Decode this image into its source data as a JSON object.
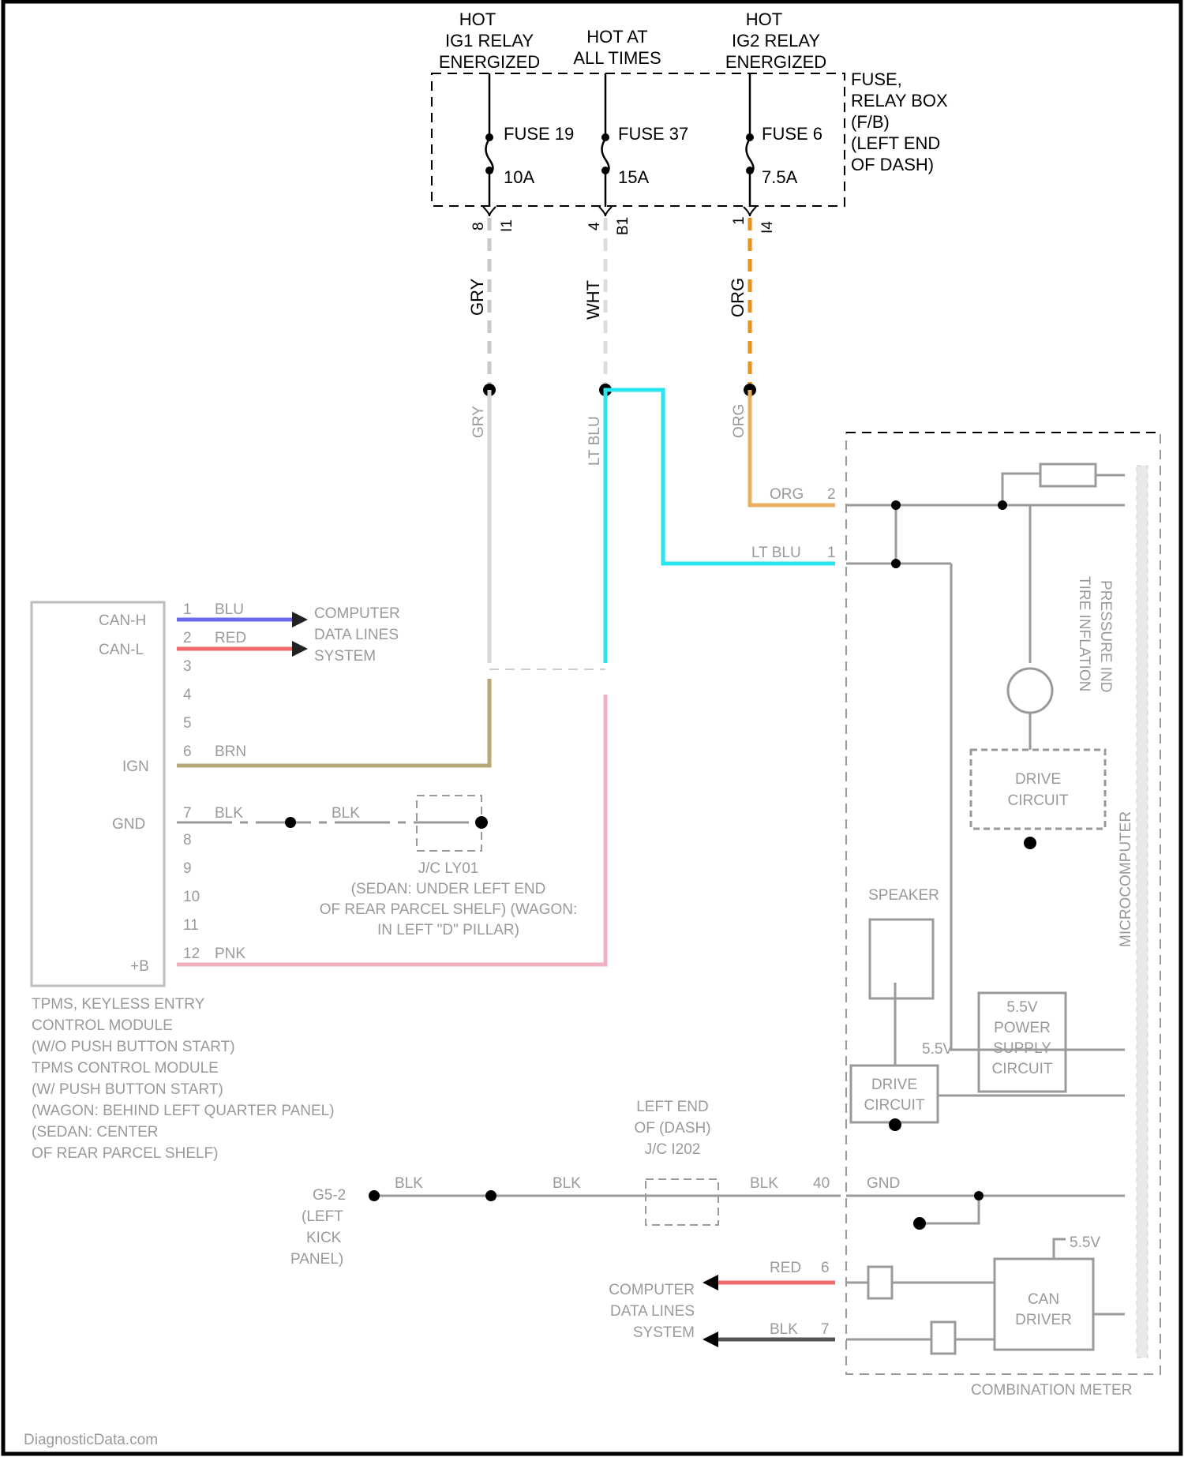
{
  "power": {
    "col1": {
      "l1": "HOT",
      "l2": "IG1 RELAY",
      "l3": "ENERGIZED"
    },
    "col2": {
      "l1": "HOT AT",
      "l2": "ALL TIMES"
    },
    "col3": {
      "l1": "HOT",
      "l2": "IG2 RELAY",
      "l3": "ENERGIZED"
    }
  },
  "fuse_box": {
    "l1": "FUSE,",
    "l2": "RELAY BOX",
    "l3": "(F/B)",
    "l4": "(LEFT END",
    "l5": "OF DASH)"
  },
  "fuses": [
    {
      "name": "FUSE 19",
      "rating": "10A",
      "pin": "8",
      "connector": "I1",
      "wire": "GRY"
    },
    {
      "name": "FUSE 37",
      "rating": "15A",
      "pin": "4",
      "connector": "B1",
      "wire": "WHT"
    },
    {
      "name": "FUSE 6",
      "rating": "7.5A",
      "pin": "1",
      "connector": "I4",
      "wire": "ORG"
    }
  ],
  "colors": {
    "gry": "#c8c8c8",
    "wht": "#dcdcdc",
    "org": "#e8901a",
    "ltblu": "#29e6ee",
    "brn": "#b8a878",
    "pnk": "#f0b0c0",
    "blu": "#6a6af0",
    "red": "#f06a6a"
  },
  "lower_wires": {
    "gry": "GRY",
    "ltblu": "LT BLU",
    "org": "ORG"
  },
  "module": {
    "pins": [
      "CAN-H",
      "CAN-L",
      "IGN",
      "GND",
      "+B"
    ],
    "pin_numbers": [
      "1",
      "2",
      "3",
      "4",
      "5",
      "6",
      "7",
      "8",
      "9",
      "10",
      "11",
      "12"
    ],
    "wires": {
      "blu": "BLU",
      "red": "RED",
      "brn": "BRN",
      "blk": "BLK",
      "pnk": "PNK"
    },
    "to_label": {
      "l1": "COMPUTER",
      "l2": "DATA LINES",
      "l3": "SYSTEM"
    },
    "caption": [
      "TPMS, KEYLESS ENTRY",
      "CONTROL MODULE",
      "(W/O PUSH BUTTON START)",
      "TPMS CONTROL MODULE",
      "(W/ PUSH BUTTON START)",
      "(WAGON: BEHIND LEFT QUARTER PANEL)",
      "(SEDAN: CENTER",
      "OF REAR PARCEL SHELF)"
    ]
  },
  "jc_ly01": {
    "l1": "J/C LY01",
    "l2": "(SEDAN: UNDER LEFT END",
    "l3": "OF REAR PARCEL SHELF) (WAGON:",
    "l4": "IN LEFT \"D\" PILLAR)"
  },
  "ground": {
    "name": "G5-2",
    "loc": [
      "(LEFT",
      "KICK",
      "PANEL)"
    ],
    "wire": "BLK"
  },
  "jc_dash": {
    "l1": "LEFT END",
    "l2": "OF (DASH)",
    "l3": "J/C I202"
  },
  "meter": {
    "title": "COMBINATION METER",
    "org": "ORG",
    "ltblu": "LT BLU",
    "pin_org": "2",
    "pin_ltblu": "1",
    "pin_gnd": "40",
    "pin_red": "6",
    "pin_blk": "7",
    "gnd_label": "GND",
    "blk": "BLK",
    "red": "RED",
    "tpms_indicator": [
      "TIRE INFLATION",
      "PRESSURE IND"
    ],
    "drive1": [
      "DRIVE",
      "CIRCUIT"
    ],
    "speaker": "SPEAKER",
    "power_supply": [
      "5.5V",
      "POWER",
      "SUPPLY",
      "CIRCUIT"
    ],
    "drive2": [
      "DRIVE",
      "CIRCUIT"
    ],
    "v1": "5.5V",
    "v2": "5.5V",
    "can_driver": [
      "CAN",
      "DRIVER"
    ],
    "microcomputer": "MICROCOMPUTER",
    "data_lines": [
      "COMPUTER",
      "DATA LINES",
      "SYSTEM"
    ]
  },
  "watermark": "DiagnosticData.com"
}
